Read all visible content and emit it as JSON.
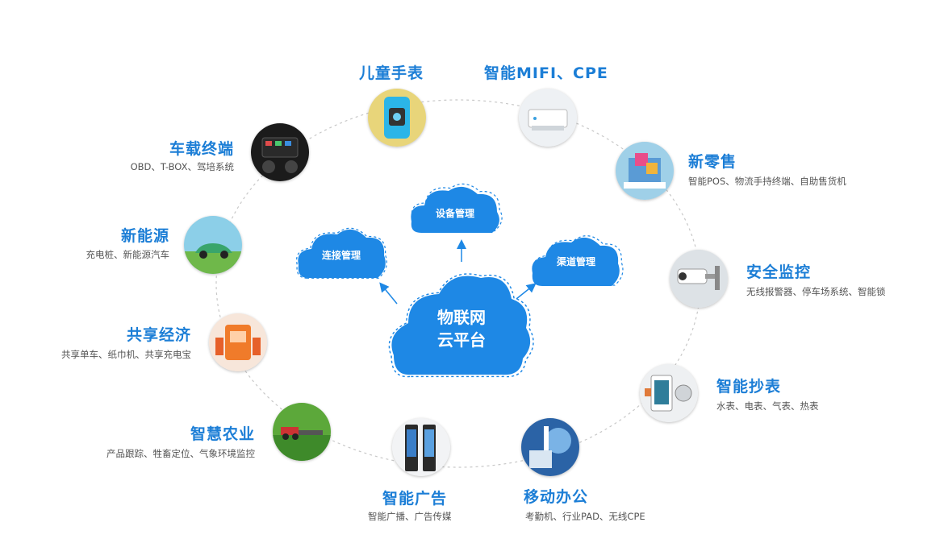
{
  "center": {
    "line1": "物联网",
    "line2": "云平台"
  },
  "clouds": {
    "device": "设备管理",
    "connect": "连接管理",
    "channel": "渠道管理"
  },
  "colors": {
    "accent": "#1c7ed6",
    "cloud": "#1e88e5",
    "subtext": "#555555"
  },
  "nodes": {
    "watch": {
      "title": "儿童手表"
    },
    "mifi": {
      "title": "智能MIFI、CPE"
    },
    "retail": {
      "title": "新零售",
      "sub": "智能POS、物流手持终端、自助售货机"
    },
    "vehicle": {
      "title": "车载终端",
      "sub": "OBD、T-BOX、驾培系统"
    },
    "energy": {
      "title": "新能源",
      "sub": "充电桩、新能源汽车"
    },
    "security": {
      "title": "安全监控",
      "sub": "无线报警器、停车场系统、智能锁"
    },
    "sharing": {
      "title": "共享经济",
      "sub": "共享单车、纸巾机、共享充电宝"
    },
    "meter": {
      "title": "智能抄表",
      "sub": "水表、电表、气表、热表"
    },
    "agri": {
      "title": "智慧农业",
      "sub": "产品跟踪、牲畜定位、气象环境监控"
    },
    "ads": {
      "title": "智能广告",
      "sub": "智能广播、广告传媒"
    },
    "office": {
      "title": "移动办公",
      "sub": "考勤机、行业PAD、无线CPE"
    }
  }
}
